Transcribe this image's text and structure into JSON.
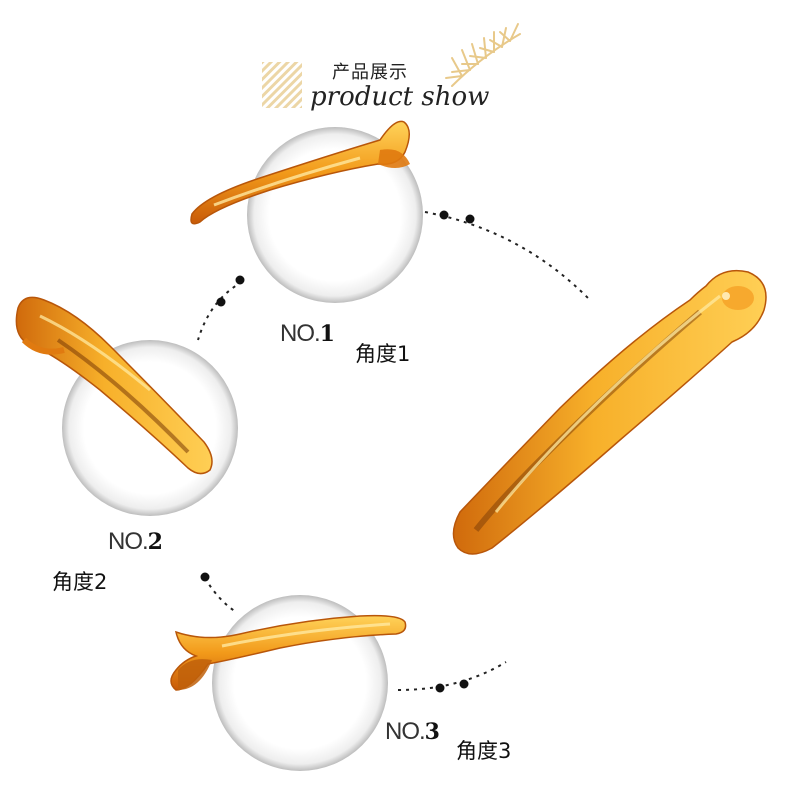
{
  "heading": {
    "title_cn": "产品展示",
    "title_en": "product show"
  },
  "items": [
    {
      "number_prefix": "NO.",
      "number": "1",
      "angle_label": "角度1"
    },
    {
      "number_prefix": "NO.",
      "number": "2",
      "angle_label": "角度2"
    },
    {
      "number_prefix": "NO.",
      "number": "3",
      "angle_label": "角度3"
    }
  ],
  "colors": {
    "clip_amber": "#f0a020",
    "clip_dark": "#c0600a",
    "clip_light": "#ffd060",
    "accent_gold": "#e8c98a",
    "dot": "#111111"
  },
  "icons": [
    "diagonal-stripes-decoration",
    "palm-leaf-decoration"
  ]
}
